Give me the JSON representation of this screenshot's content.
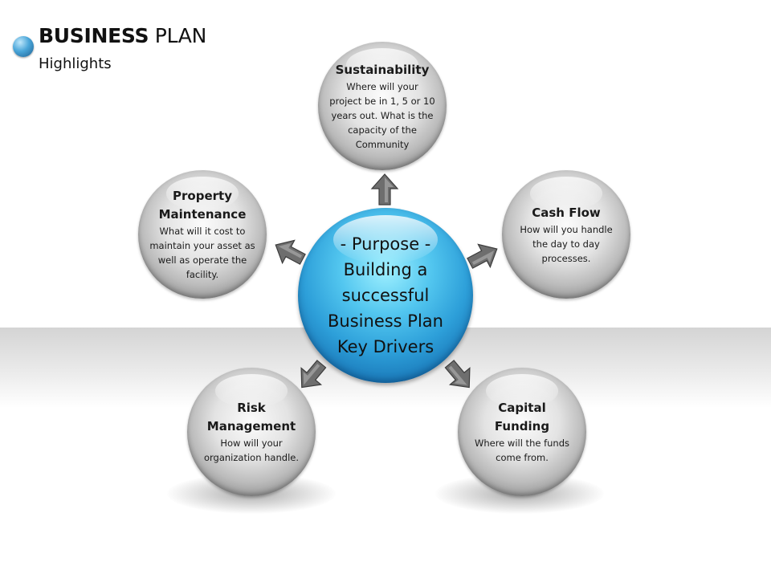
{
  "header": {
    "title_bold": "BUSINESS",
    "title_rest": " PLAN",
    "subtitle": "Highlights"
  },
  "center": {
    "text": "- Purpose - Building a successful Business Plan Key Drivers"
  },
  "nodes": [
    {
      "heading": "Sustainability",
      "description": "Where will your project be in 1, 5 or 10 years out. What is the capacity of the Community"
    },
    {
      "heading": "Cash Flow",
      "description": "How will you handle the day to day processes."
    },
    {
      "heading": "Capital Funding",
      "description": "Where will the funds come from."
    },
    {
      "heading": "Risk Management",
      "description": "How will your organization handle."
    },
    {
      "heading": "Property Maintenance",
      "description": "What will it cost to maintain your asset as well as operate the facility."
    }
  ],
  "colors": {
    "center_fill": "#2d9fd9",
    "node_fill": "#bcbcbc",
    "arrow_fill": "#6e6e6e",
    "title_dot": "#4aa6d9"
  }
}
